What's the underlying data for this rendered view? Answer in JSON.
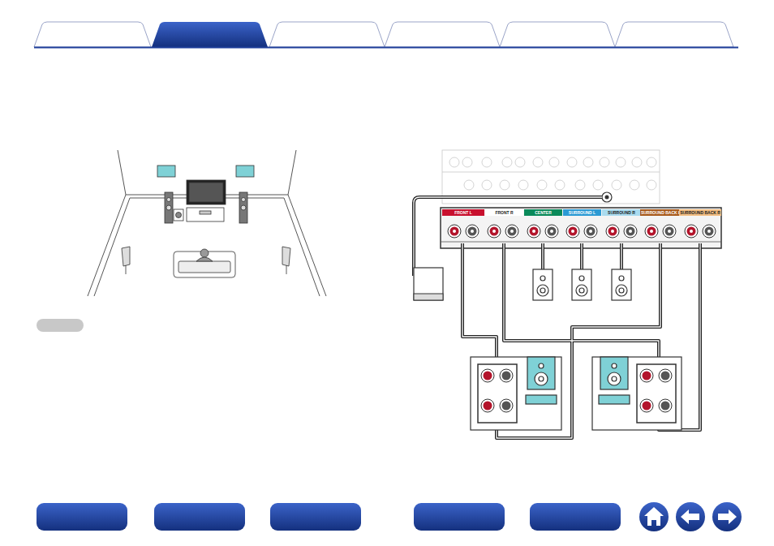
{
  "diagram": {
    "nodes": [
      {
        "text": [
          "FRONT L"
        ]
      },
      {
        "text": [
          "FRONT R"
        ]
      },
      {
        "text": [
          "CENTER"
        ]
      },
      {
        "text": [
          "SURROUND L"
        ]
      },
      {
        "text": [
          "SURROUND R"
        ]
      },
      {
        "text": [
          "SURROUND BACK L"
        ]
      },
      {
        "text": [
          "SURROUND BACK R"
        ]
      }
    ]
  }
}
